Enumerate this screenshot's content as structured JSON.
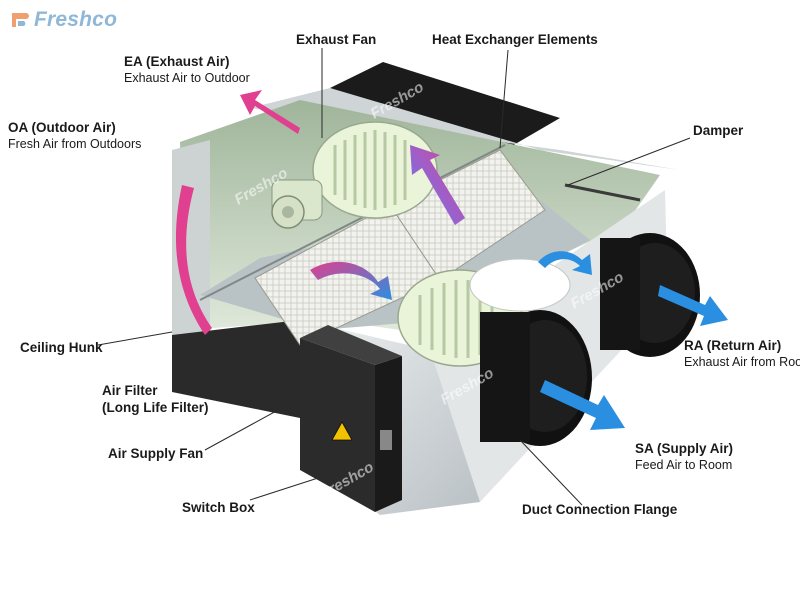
{
  "logo": {
    "text": "Freshco",
    "color": "#8fb8d8"
  },
  "labels": {
    "exhaust_fan": {
      "title": "Exhaust Fan"
    },
    "heat_exchanger": {
      "title": "Heat Exchanger Elements"
    },
    "ea": {
      "title": "EA (Exhaust Air)",
      "subtitle": "Exhaust Air to Outdoor"
    },
    "oa": {
      "title": "OA (Outdoor Air)",
      "subtitle": "Fresh Air from Outdoors"
    },
    "damper": {
      "title": "Damper"
    },
    "ceiling_hunk": {
      "title": "Ceiling Hunk"
    },
    "air_filter": {
      "line1": "Air Filter",
      "line2": "(Long Life Filter)"
    },
    "air_supply_fan": {
      "title": "Air Supply Fan"
    },
    "switch_box": {
      "title": "Switch Box"
    },
    "ra": {
      "title": "RA (Return Air)",
      "subtitle": "Exhaust Air from Room"
    },
    "sa": {
      "title": "SA (Supply Air)",
      "subtitle": "Feed Air to Room"
    },
    "duct_flange": {
      "title": "Duct Connection Flange"
    }
  },
  "watermark": "Freshco",
  "colors": {
    "exhaust_arrow": "#e0408f",
    "supply_arrow": "#2a8fe0",
    "unit_body": "#d8dde0",
    "duct": "#111111"
  }
}
